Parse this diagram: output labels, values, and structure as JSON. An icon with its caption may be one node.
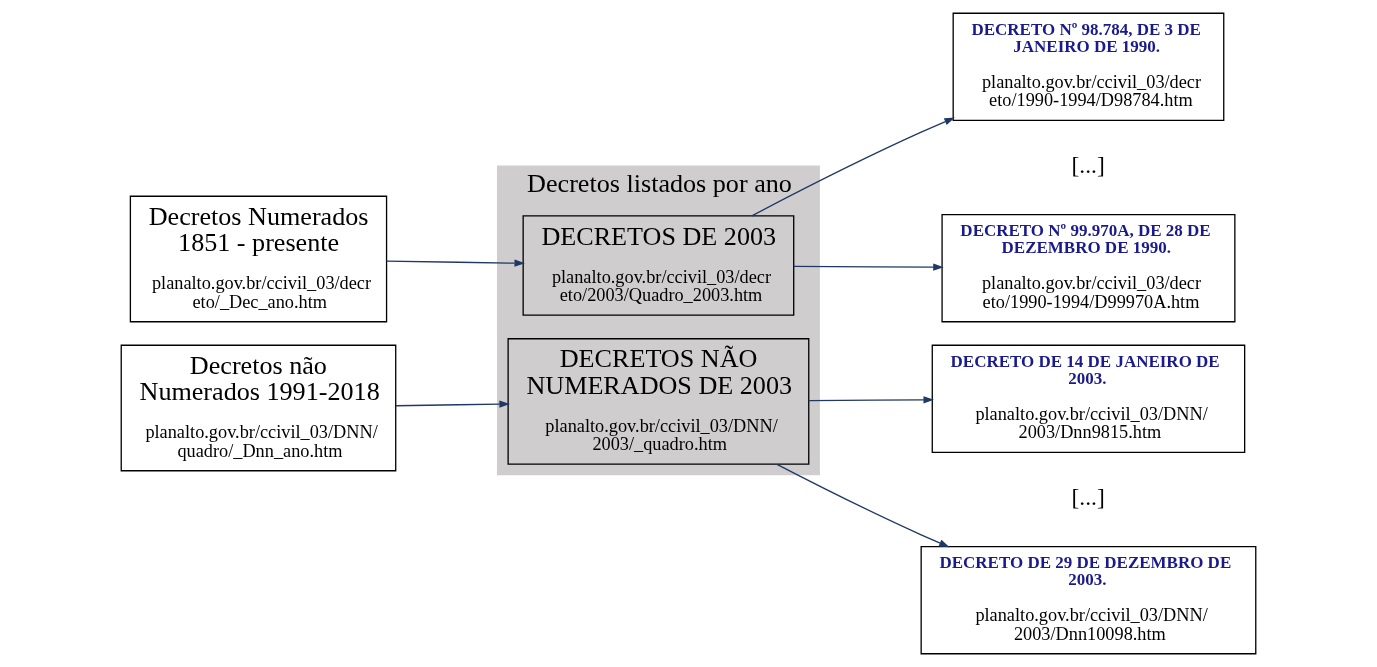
{
  "diagram": {
    "nodes": [
      {
        "text": [
          "Decretos Numerados 1851 - presente",
          "planalto.gov.br/ccivil_03/decreto/_Dec_ano.htm"
        ]
      },
      {
        "text": [
          "Decretos não Numerados 1991-2018",
          "planalto.gov.br/ccivil_03/DNN/quadro/_Dnn_ano.htm"
        ]
      },
      {
        "text": [
          "Decretos listados por ano"
        ]
      },
      {
        "text": [
          "DECRETOS DE 2003",
          "planalto.gov.br/ccivil_03/decreto/2003/Quadro_2003.htm"
        ],
        "in": 2
      },
      {
        "text": [
          "DECRETOS NÃO NUMERADOS DE 2003",
          "planalto.gov.br/ccivil_03/DNN/2003/_quadro.htm"
        ],
        "in": 2
      },
      {
        "text": [
          "DECRETO Nº 98.784, DE 3 DE JANEIRO DE 1990.",
          "planalto.gov.br/ccivil_03/decreto/1990-1994/D98784.htm"
        ]
      },
      {
        "text": [
          "DECRETO Nº 99.970A, DE 28 DE DEZEMBRO DE 1990.",
          "planalto.gov.br/ccivil_03/decreto/1990-1994/D99970A.htm"
        ]
      },
      {
        "text": [
          "DECRETO DE 14 DE JANEIRO DE 2003.",
          "planalto.gov.br/ccivil_03/DNN/2003/Dnn9815.htm"
        ]
      },
      {
        "text": [
          "DECRETO DE 29 DE DEZEMBRO DE 2003.",
          "planalto.gov.br/ccivil_03/DNN/2003/Dnn10098.htm"
        ]
      }
    ],
    "edges": [
      {
        "from": 0,
        "to": 3,
        "arrow": "to"
      },
      {
        "from": 1,
        "to": 4,
        "arrow": "to"
      },
      {
        "from": 3,
        "to": 5,
        "arrow": "to"
      },
      {
        "from": 3,
        "to": 6,
        "arrow": "to"
      },
      {
        "from": 4,
        "to": 7,
        "arrow": "to"
      },
      {
        "from": 4,
        "to": 8,
        "arrow": "to"
      }
    ],
    "labels": [
      "[...]",
      "[...]"
    ]
  }
}
